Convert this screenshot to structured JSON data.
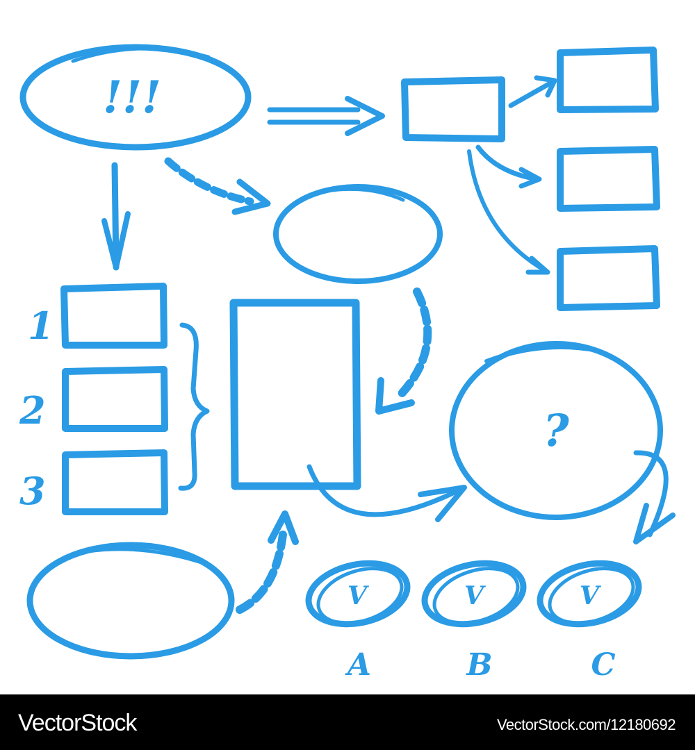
{
  "diagram": {
    "title_shape_label": "!!!",
    "question_shape_label": "?",
    "numbered_items": [
      {
        "number": "1"
      },
      {
        "number": "2"
      },
      {
        "number": "3"
      }
    ],
    "check_options": [
      {
        "mark": "V",
        "letter": "A"
      },
      {
        "mark": "V",
        "letter": "B"
      },
      {
        "mark": "V",
        "letter": "C"
      }
    ],
    "colors": {
      "marker_blue": "#2a9be4",
      "overlap_blue": "#1565d0",
      "background": "#ffffff",
      "footer_bg": "#000000",
      "footer_text": "#ffffff"
    }
  },
  "footer": {
    "brand": "VectorStock",
    "url": "VectorStock.com/12180692"
  }
}
